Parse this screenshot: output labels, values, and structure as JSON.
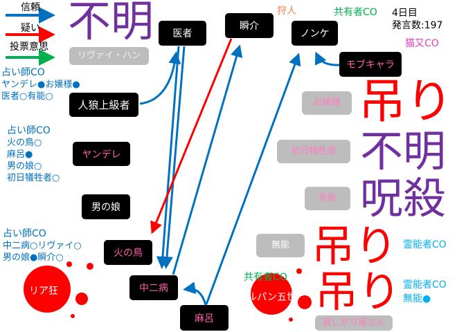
{
  "legend": {
    "trust": "信頼",
    "doubt": "疑い",
    "vote": "投票意思"
  },
  "status": {
    "day": "4日目",
    "posts": "発言数:197"
  },
  "nodes": {
    "doctor": "医者",
    "shunsuke": "瞬介",
    "nonke": "ノンケ",
    "mobchara": "モブキャラ",
    "jinro": "人狼上級者",
    "yandere": "ヤンデレ",
    "otokonoko": "男の娘",
    "hinotori": "火の鳥",
    "chuunibyou": "中二病",
    "maro": "麻呂"
  },
  "dead": {
    "levi": "リヴァイ・ハン",
    "ojousama": "お嬢様",
    "shonichi": "初日犠牲者",
    "yuunou": "有能",
    "munou": "無能",
    "sabishigari": "寂しがり屋さん",
    "lupin": "ルパン五世",
    "riakyou": "リア狂"
  },
  "stamps": {
    "s1": "不明",
    "s2": "吊り",
    "s3": "不明",
    "s4": "呪殺",
    "s5": "吊り",
    "s6": "吊り"
  },
  "roles": {
    "hunter": "狩人",
    "sharer1": "共有者CO",
    "nekomata": "猫又CO",
    "sharer2": "共有者CO",
    "medium1": "霊能者CO",
    "medium2": "霊能者CO",
    "medium2_result": "無能●"
  },
  "seers": [
    {
      "title": "占い師CO",
      "lines": [
        "ヤンデレ●お嬢様●",
        "医者○有能○"
      ]
    },
    {
      "title": "占い師CO",
      "lines": [
        "火の鳥○",
        "麻呂●",
        "男の娘○",
        "初日犠牲者○"
      ]
    },
    {
      "title": "占い師CO",
      "lines": [
        "中二病○リヴァイ○",
        "男の娘●瞬介○"
      ]
    }
  ],
  "colors": {
    "trust": "#0070c0",
    "doubt": "#ff0000",
    "vote": "#00b050",
    "stamp_purple": "#7030a0"
  }
}
